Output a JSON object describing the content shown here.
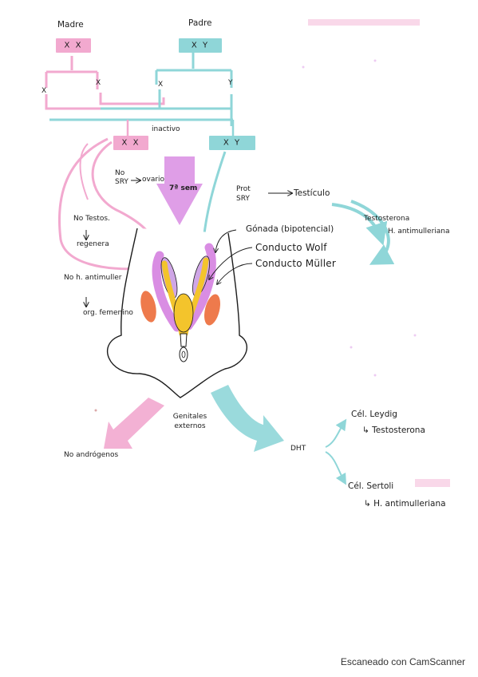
{
  "colors": {
    "pink": "#f2a9cf",
    "teal": "#8fd6d8",
    "magenta": "#d98de3",
    "lavender": "#cfa6e6",
    "yellow": "#f3c42c",
    "orange": "#ee7a4c",
    "ink": "#1d1d1d"
  },
  "parents": {
    "madre_label": "Madre",
    "madre_karyotype": "X X",
    "padre_label": "Padre",
    "padre_karyotype": "X Y"
  },
  "gametes": [
    "X",
    "X",
    "X",
    "Y"
  ],
  "offspring": {
    "inactivo_label": "inactivo",
    "female_karyotype": "X X",
    "male_karyotype": "X Y"
  },
  "female_path": {
    "no_sry": "No SRY",
    "ovario": "ovario",
    "no_testos": "No Testos.",
    "regenera": "regenera",
    "no_h_antimuller": "No h. antimuller",
    "org_femenino": "org. femenino"
  },
  "arrow_label": "7ª sem",
  "male_path": {
    "prot_sry": "Prot SRY",
    "testiculo": "Testículo",
    "testosterona": "Testosterona",
    "h_antimulleriana": "H. antimulleriana"
  },
  "embryo_labels": {
    "gonada": "Gónada (bipotencial)",
    "wolf": "Conducto Wolf",
    "muller": "Conducto Müller"
  },
  "bottom": {
    "genitales_externos": "Genitales externos",
    "no_androgenos": "No andrógenos",
    "dht": "DHT",
    "cel_leydig": "Cél. Leydig",
    "testosterona": "Testosterona",
    "cel_sertoli": "Cél. Sertoli",
    "h_antimulleriana": "H. antimulleriana"
  },
  "footer": "Escaneado con CamScanner"
}
